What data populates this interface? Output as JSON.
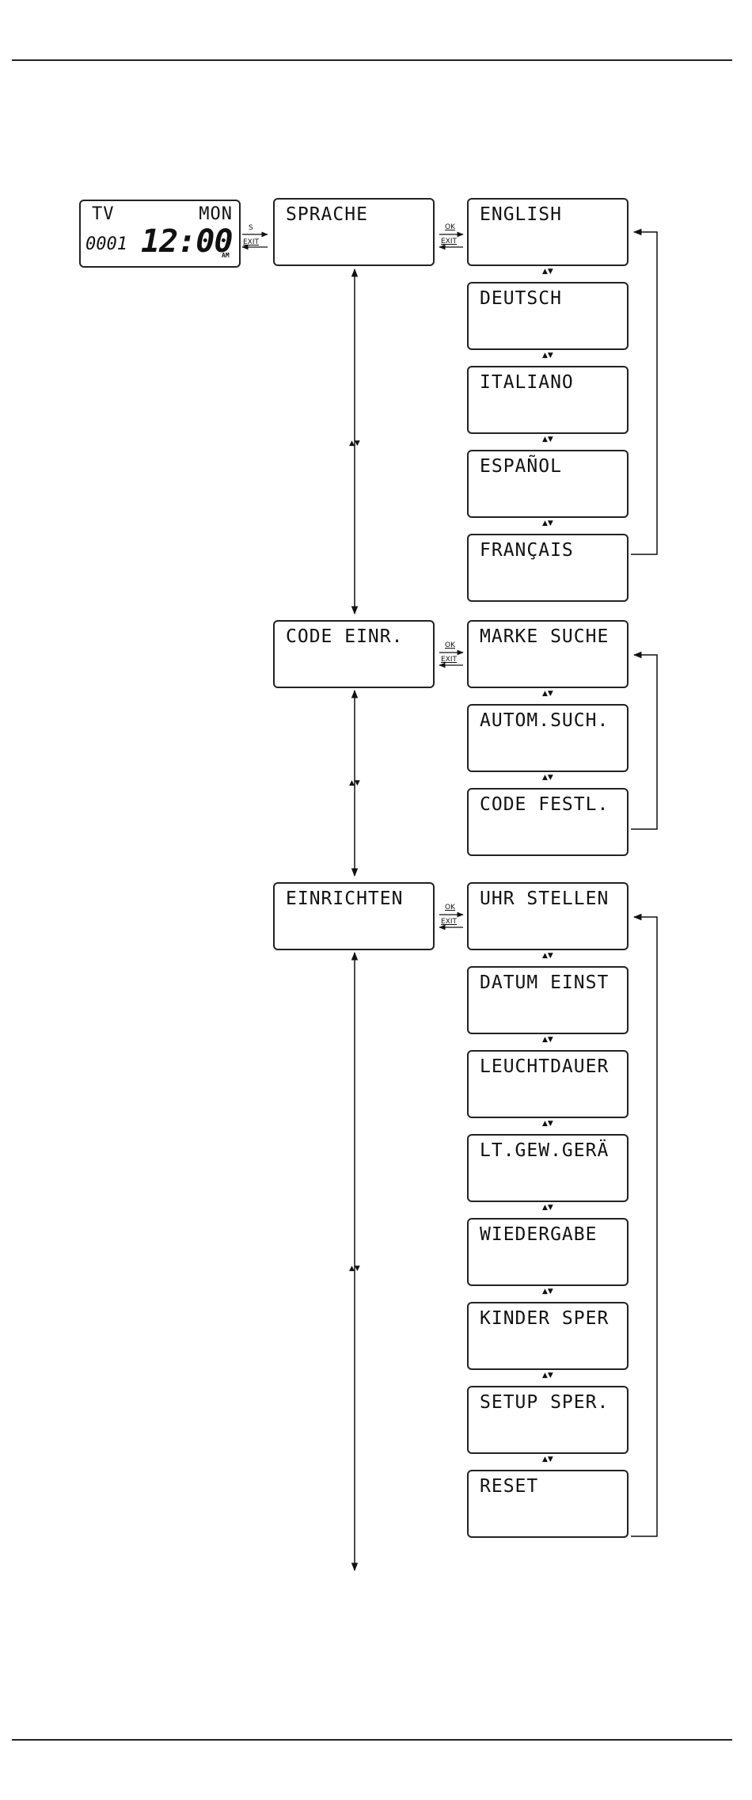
{
  "remote_display": {
    "device": "TV",
    "day": "MON",
    "code": "0001",
    "time": "12:00",
    "ampm": "AM"
  },
  "keys": {
    "ok": "OK",
    "exit": "EXIT",
    "s": "S"
  },
  "nav_arrows": "▲▼",
  "menus": [
    {
      "label": "SPRACHE",
      "items": [
        "ENGLISH",
        "DEUTSCH",
        "ITALIANO",
        "ESPAÑOL",
        "FRANÇAIS"
      ]
    },
    {
      "label": "CODE EINR.",
      "items": [
        "MARKE SUCHE",
        "AUTOM.SUCH.",
        "CODE FESTL."
      ]
    },
    {
      "label": "EINRICHTEN",
      "items": [
        "UHR STELLEN",
        "DATUM EINST",
        "LEUCHTDAUER",
        "LT.GEW.GERÄ",
        "WIEDERGABE",
        "KINDER SPER",
        "SETUP SPER.",
        "RESET"
      ]
    }
  ]
}
